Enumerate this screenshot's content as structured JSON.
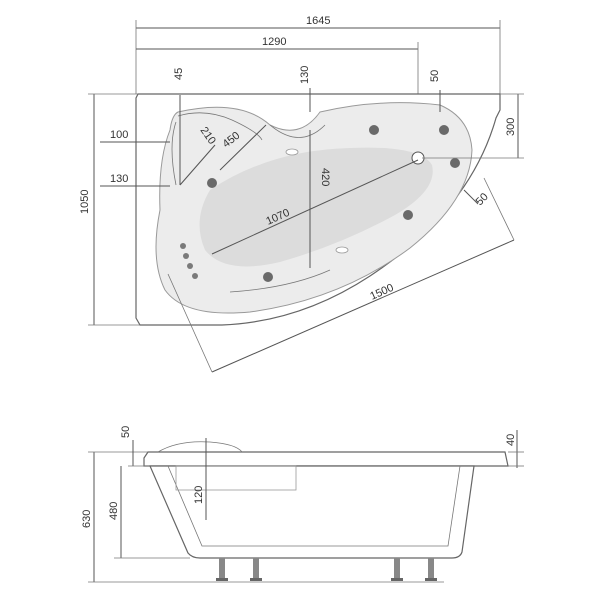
{
  "top_view": {
    "overall_width": "1645",
    "centre_width": "1290",
    "depth": "1050",
    "corner_offset_left": "45",
    "rim_offset_top": "130",
    "rim_offset_right": "50",
    "right_side": "300",
    "left_rim_upper": "100",
    "left_rim_lower": "130",
    "seat_depth": "210",
    "seat_width": "450",
    "basin_width": "420",
    "basin_length": "1070",
    "drain_offset": "50",
    "diagonal": "1500"
  },
  "side_view": {
    "rim_left": "50",
    "rim_right": "40",
    "headrest": "120",
    "inner_depth": "480",
    "total_height": "630"
  }
}
